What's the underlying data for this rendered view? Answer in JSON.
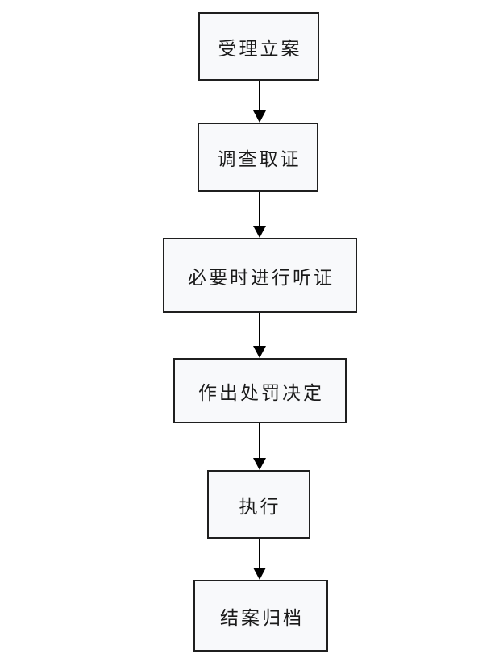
{
  "flowchart": {
    "description_type": "vertical-process-flowchart",
    "steps": [
      {
        "id": 1,
        "label": "受理立案"
      },
      {
        "id": 2,
        "label": "调查取证"
      },
      {
        "id": 3,
        "label": "必要时进行听证"
      },
      {
        "id": 4,
        "label": "作出处罚决定"
      },
      {
        "id": 5,
        "label": "执行"
      },
      {
        "id": 6,
        "label": "结案归档"
      }
    ],
    "edges": [
      {
        "from": 1,
        "to": 2
      },
      {
        "from": 2,
        "to": 3
      },
      {
        "from": 3,
        "to": 4
      },
      {
        "from": 4,
        "to": 5
      },
      {
        "from": 5,
        "to": 6
      }
    ],
    "colors": {
      "background": "#ffffff",
      "box_fill": "#f8f9fb",
      "box_border": "#1f1f1f",
      "text": "#1a1a1a",
      "arrow": "#000000"
    }
  }
}
